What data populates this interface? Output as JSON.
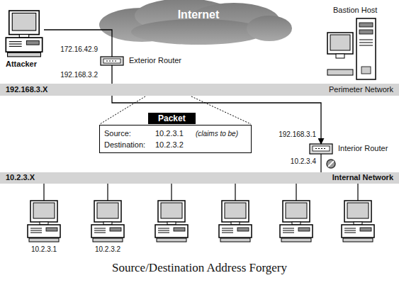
{
  "diagram": {
    "caption": "Source/Destination Address Forgery",
    "nodes": [
      {
        "text": [
          "Internet"
        ]
      },
      {
        "text": [
          "Attacker"
        ]
      },
      {
        "text": [
          "Bastion Host"
        ]
      },
      {
        "text": [
          "Exterior Router"
        ]
      },
      {
        "text": [
          "192.168.3.X",
          "Perimeter Network"
        ]
      },
      {
        "text": [
          "Packet",
          "Source:",
          "10.2.3.1",
          "(claims to be)",
          "Destination:",
          "10.2.3.2"
        ]
      },
      {
        "text": [
          "Interior Router"
        ]
      },
      {
        "text": [
          "10.2.3.X",
          "Internal Network"
        ]
      },
      {
        "text": [
          "10.2.3.1"
        ]
      },
      {
        "text": [
          "10.2.3.2"
        ]
      }
    ],
    "edges": [
      {
        "from": 1,
        "to": 3,
        "arrow": "none"
      },
      {
        "from": 3,
        "to": 6,
        "arrow": "to"
      }
    ],
    "labels": [
      "172.16.42.9",
      "192.168.3.2",
      "192.168.3.1",
      "10.2.3.4"
    ]
  }
}
